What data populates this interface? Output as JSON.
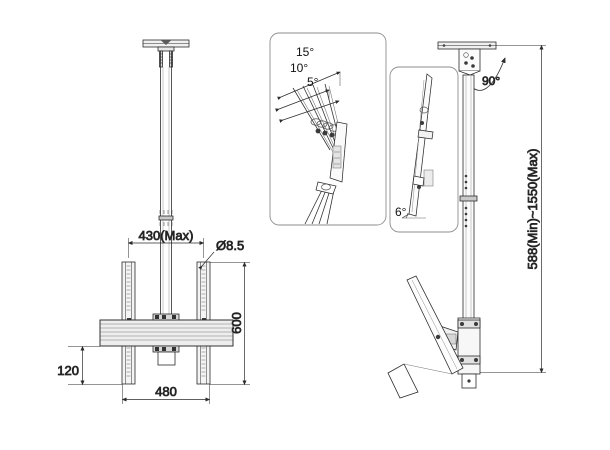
{
  "drawing": {
    "title": "Ceiling TV Mount Technical Drawing",
    "background_color": "#ffffff",
    "line_color": "#2b2b2b",
    "text_color": "#111111"
  },
  "front_view": {
    "name": "front-view",
    "dimensions": {
      "bracket_spacing_width": "430(Max)",
      "hole_diameter": "Ø8.5",
      "rail_height": "600",
      "bottom_offset": "120",
      "crossbar_width": "480"
    }
  },
  "tilt_panel": {
    "name": "tilt-detail-panel",
    "angles": [
      "15°",
      "10°",
      "5°"
    ]
  },
  "swivel_panel": {
    "name": "swivel-detail-panel",
    "angles": [
      "6°"
    ]
  },
  "side_view": {
    "name": "side-view",
    "rotation_label": "90°",
    "height_range": "588(Min)~1550(Max)"
  }
}
